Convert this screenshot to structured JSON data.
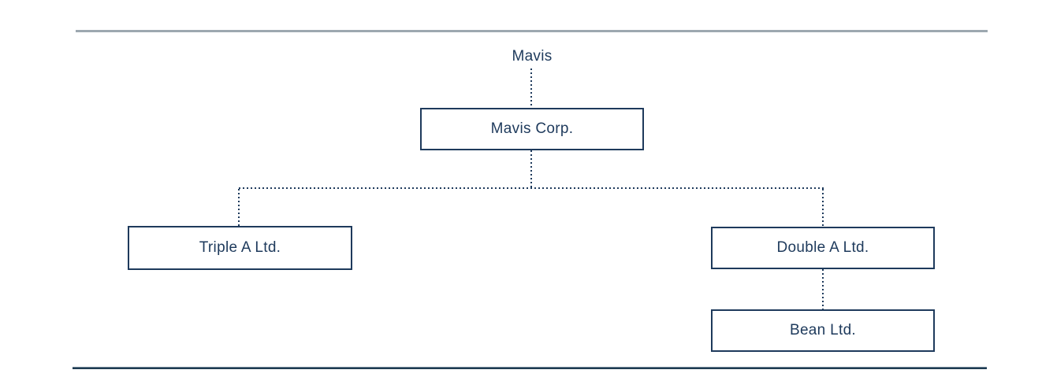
{
  "diagram": {
    "type": "org-chart",
    "root": {
      "label": "Mavis"
    },
    "nodes": [
      {
        "id": "mavis-corp",
        "label": "Mavis Corp."
      },
      {
        "id": "triple-a-ltd",
        "label": "Triple A Ltd."
      },
      {
        "id": "double-a-ltd",
        "label": "Double A Ltd."
      },
      {
        "id": "bean-ltd",
        "label": "Bean Ltd."
      }
    ],
    "edges": [
      {
        "from": "Mavis",
        "to": "Mavis Corp.",
        "style": "dotted"
      },
      {
        "from": "Mavis Corp.",
        "to": "Triple A Ltd.",
        "style": "dotted"
      },
      {
        "from": "Mavis Corp.",
        "to": "Double A Ltd.",
        "style": "dotted"
      },
      {
        "from": "Double A Ltd.",
        "to": "Bean Ltd.",
        "style": "dotted"
      }
    ],
    "colors": {
      "ink": "#1e3a5c",
      "node_border": "#1e3a5c",
      "top_rule": "#9da8b0",
      "bottom_rule": "#1d3b52",
      "background": "#ffffff"
    }
  }
}
